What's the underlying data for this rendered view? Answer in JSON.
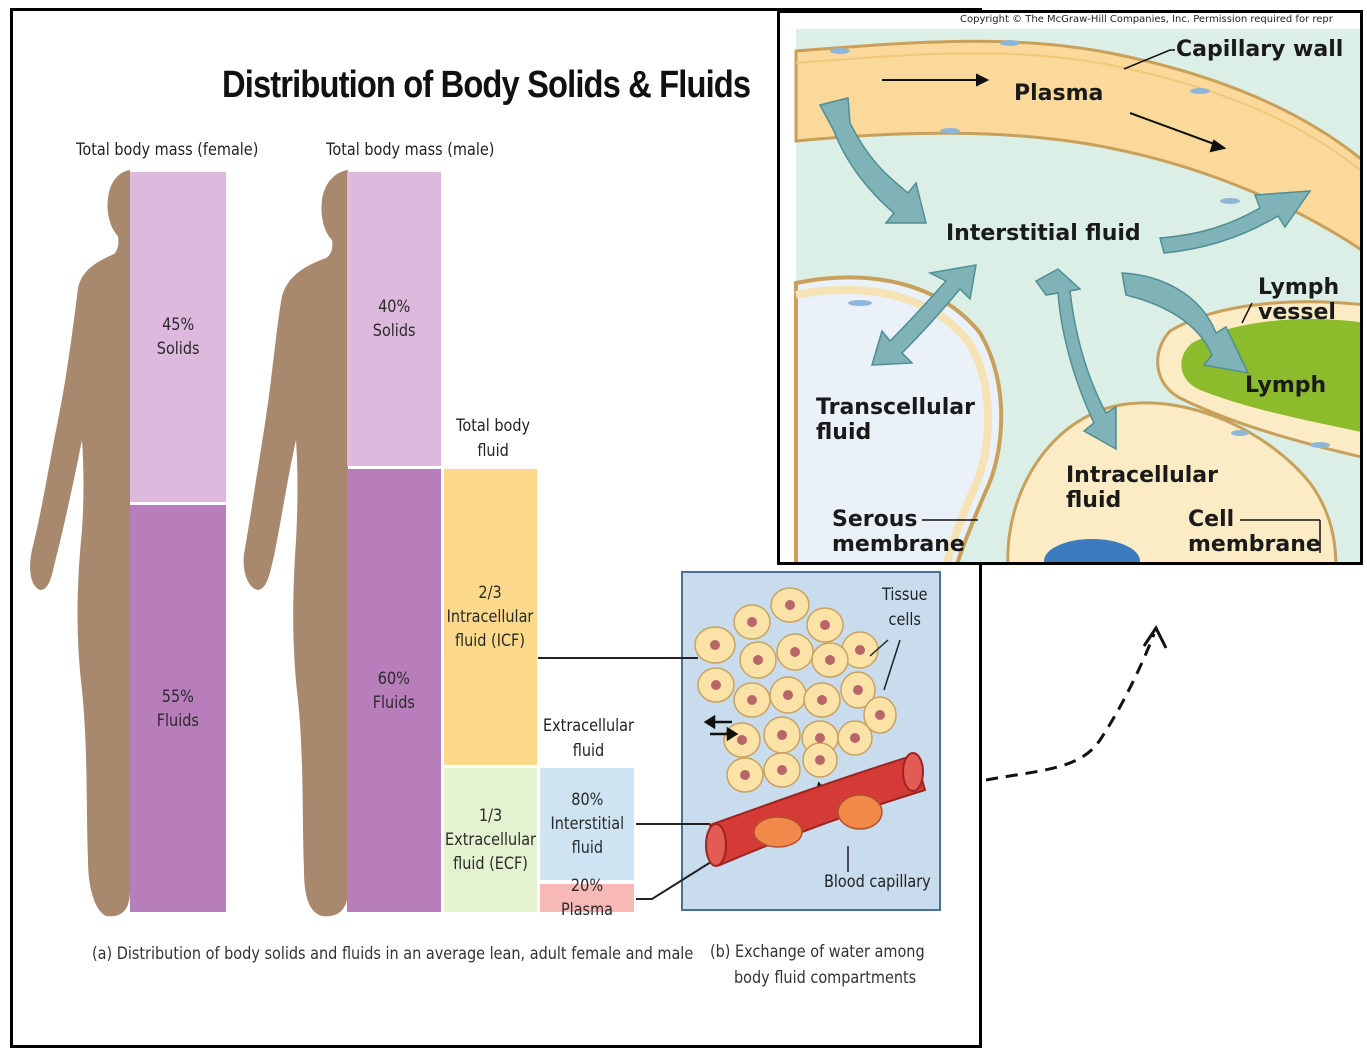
{
  "title": "Distribution of Body Solids & Fluids",
  "panel_a": {
    "female_header": "Total body mass (female)",
    "male_header": "Total body mass (male)",
    "female_solids": "45%\nSolids",
    "female_fluids": "55%\nFluids",
    "male_solids": "40%\nSolids",
    "male_fluids": "60%\nFluids",
    "tbf_header": "Total body\nfluid",
    "icf": "2/3\nIntracellular\nfluid (ICF)",
    "ecf": "1/3\nExtracellular\nfluid (ECF)",
    "ecf_header": "Extracellular\nfluid",
    "interstitial": "80%\nInterstitial\nfluid",
    "plasma": "20% Plasma",
    "caption": "(a) Distribution of body solids and fluids in an average lean, adult female and male"
  },
  "panel_b": {
    "tissue_cells": "Tissue\ncells",
    "blood_capillary": "Blood capillary",
    "caption_line1": "(b) Exchange of water among",
    "caption_line2": "body fluid compartments"
  },
  "inset": {
    "copyright": "Copyright © The McGraw-Hill Companies, Inc. Permission required for repr",
    "capillary_wall": "Capillary wall",
    "plasma": "Plasma",
    "interstitial_fluid": "Interstitial fluid",
    "lymph_vessel": "Lymph\nvessel",
    "lymph": "Lymph",
    "transcellular_fluid": "Transcellular\nfluid",
    "intracellular_fluid": "Intracellular\nfluid",
    "serous_membrane": "Serous\nmembrane",
    "cell_membrane": "Cell\nmembrane"
  },
  "colors": {
    "solids": "#dcb9dd",
    "fluids": "#b87dbb",
    "icf": "#fcd98b",
    "ecf": "#e3f2cf",
    "interstitial": "#cfe4f2",
    "plasma_box": "#f6b9b5",
    "silhouette": "#a8896d",
    "inset_bg": "#dcefe6",
    "capillary": "#fbd99b",
    "lymph": "#8cbb2c",
    "arrow": "#7fb3b7"
  }
}
